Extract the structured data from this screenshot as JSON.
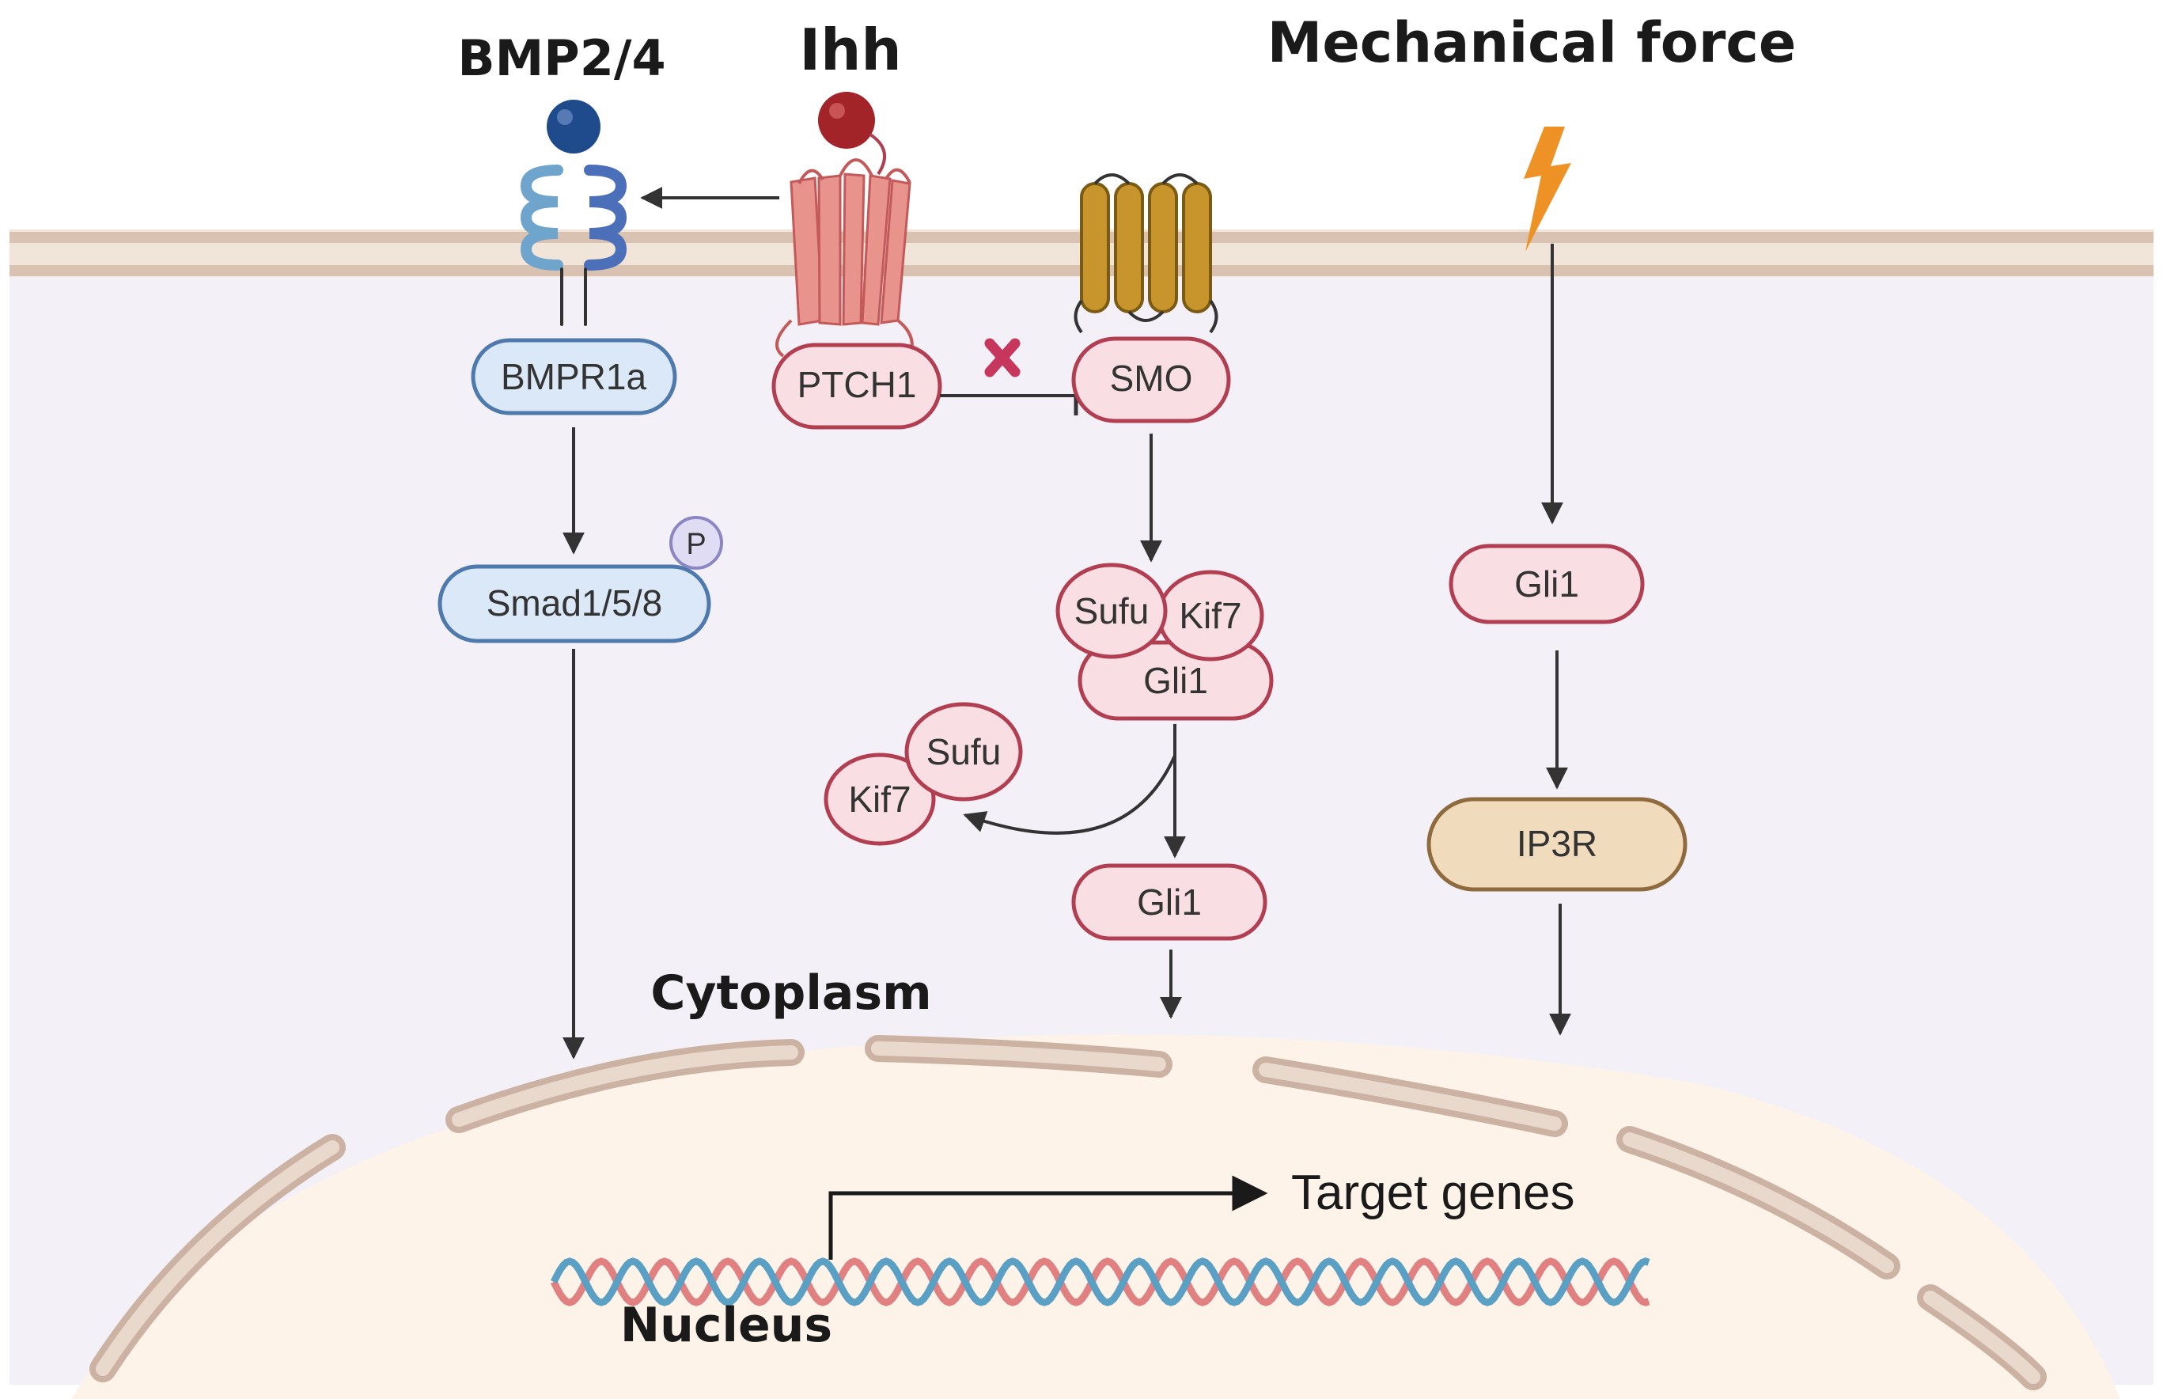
{
  "labels": {
    "bmp_ligand": "BMP2/4",
    "ihh_ligand": "Ihh",
    "mechanical_force": "Mechanical force",
    "cytoplasm": "Cytoplasm",
    "nucleus": "Nucleus",
    "target_genes": "Target genes"
  },
  "nodes": {
    "bmpr1a": "BMPR1a",
    "smad": "Smad1/5/8",
    "phospho": "P",
    "ptch1": "PTCH1",
    "smo": "SMO",
    "sufu_complex": "Sufu",
    "kif7_complex": "Kif7",
    "gli1_complex": "Gli1",
    "sufu_released": "Sufu",
    "kif7_released": "Kif7",
    "gli1_active": "Gli1",
    "gli1_mech": "Gli1",
    "ip3r": "IP3R"
  },
  "colors": {
    "cytoplasm_bg": "#f3f0f7",
    "nucleus_bg": "#fdf3e9",
    "membrane": "#e8d8ca",
    "membrane_edge": "#cdb4a3",
    "bmp_fill": "#dbe8f7",
    "bmp_stroke": "#4e79ad",
    "hh_fill": "#f9dfe3",
    "hh_stroke": "#b23e52",
    "ip3r_fill": "#f0dbbd",
    "ip3r_stroke": "#8f6a3d",
    "smo_receptor": "#c8952d",
    "ptch_receptor": "#e7928d",
    "bmp_ball": "#1f4b8c",
    "ihh_ball": "#a32428",
    "lightning": "#ef9226",
    "inhibit_x": "#c7365d",
    "dna_red": "#e08080",
    "dna_blue": "#5aa0c4",
    "arrow": "#333333"
  },
  "icons": {
    "bmp_receptor": "bmp-receptor-icon",
    "ptch_receptor": "ptch1-receptor-icon",
    "smo_receptor": "smo-receptor-icon",
    "force": "lightning-bolt-icon",
    "block": "x-mark-icon",
    "dna": "dna-helix-icon"
  }
}
